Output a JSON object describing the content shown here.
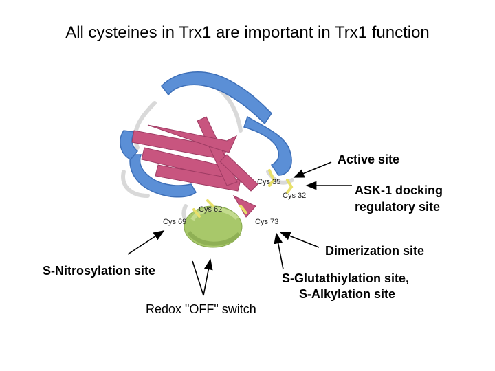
{
  "title": "All cysteines in Trx1 are important in Trx1 function",
  "labels": {
    "active_site": "Active site",
    "ask1_line1": "ASK-1 docking",
    "ask1_line2": "regulatory site",
    "dimerization": "Dimerization site",
    "nitrosylation": "S-Nitrosylation site",
    "glutathiylation_line1": "S-Glutathiylation site,",
    "glutathiylation_line2": "S-Alkylation site",
    "redox_off": "Redox \"OFF\" switch"
  },
  "residues": {
    "cys35": "Cys 35",
    "cys32": "Cys 32",
    "cys62": "Cys 62",
    "cys69": "Cys 69",
    "cys73": "Cys 73"
  },
  "colors": {
    "helix": "#5b8fd6",
    "sheet": "#c8557f",
    "green_helix": "#a8c86a",
    "cysteine": "#e8e06a"
  }
}
